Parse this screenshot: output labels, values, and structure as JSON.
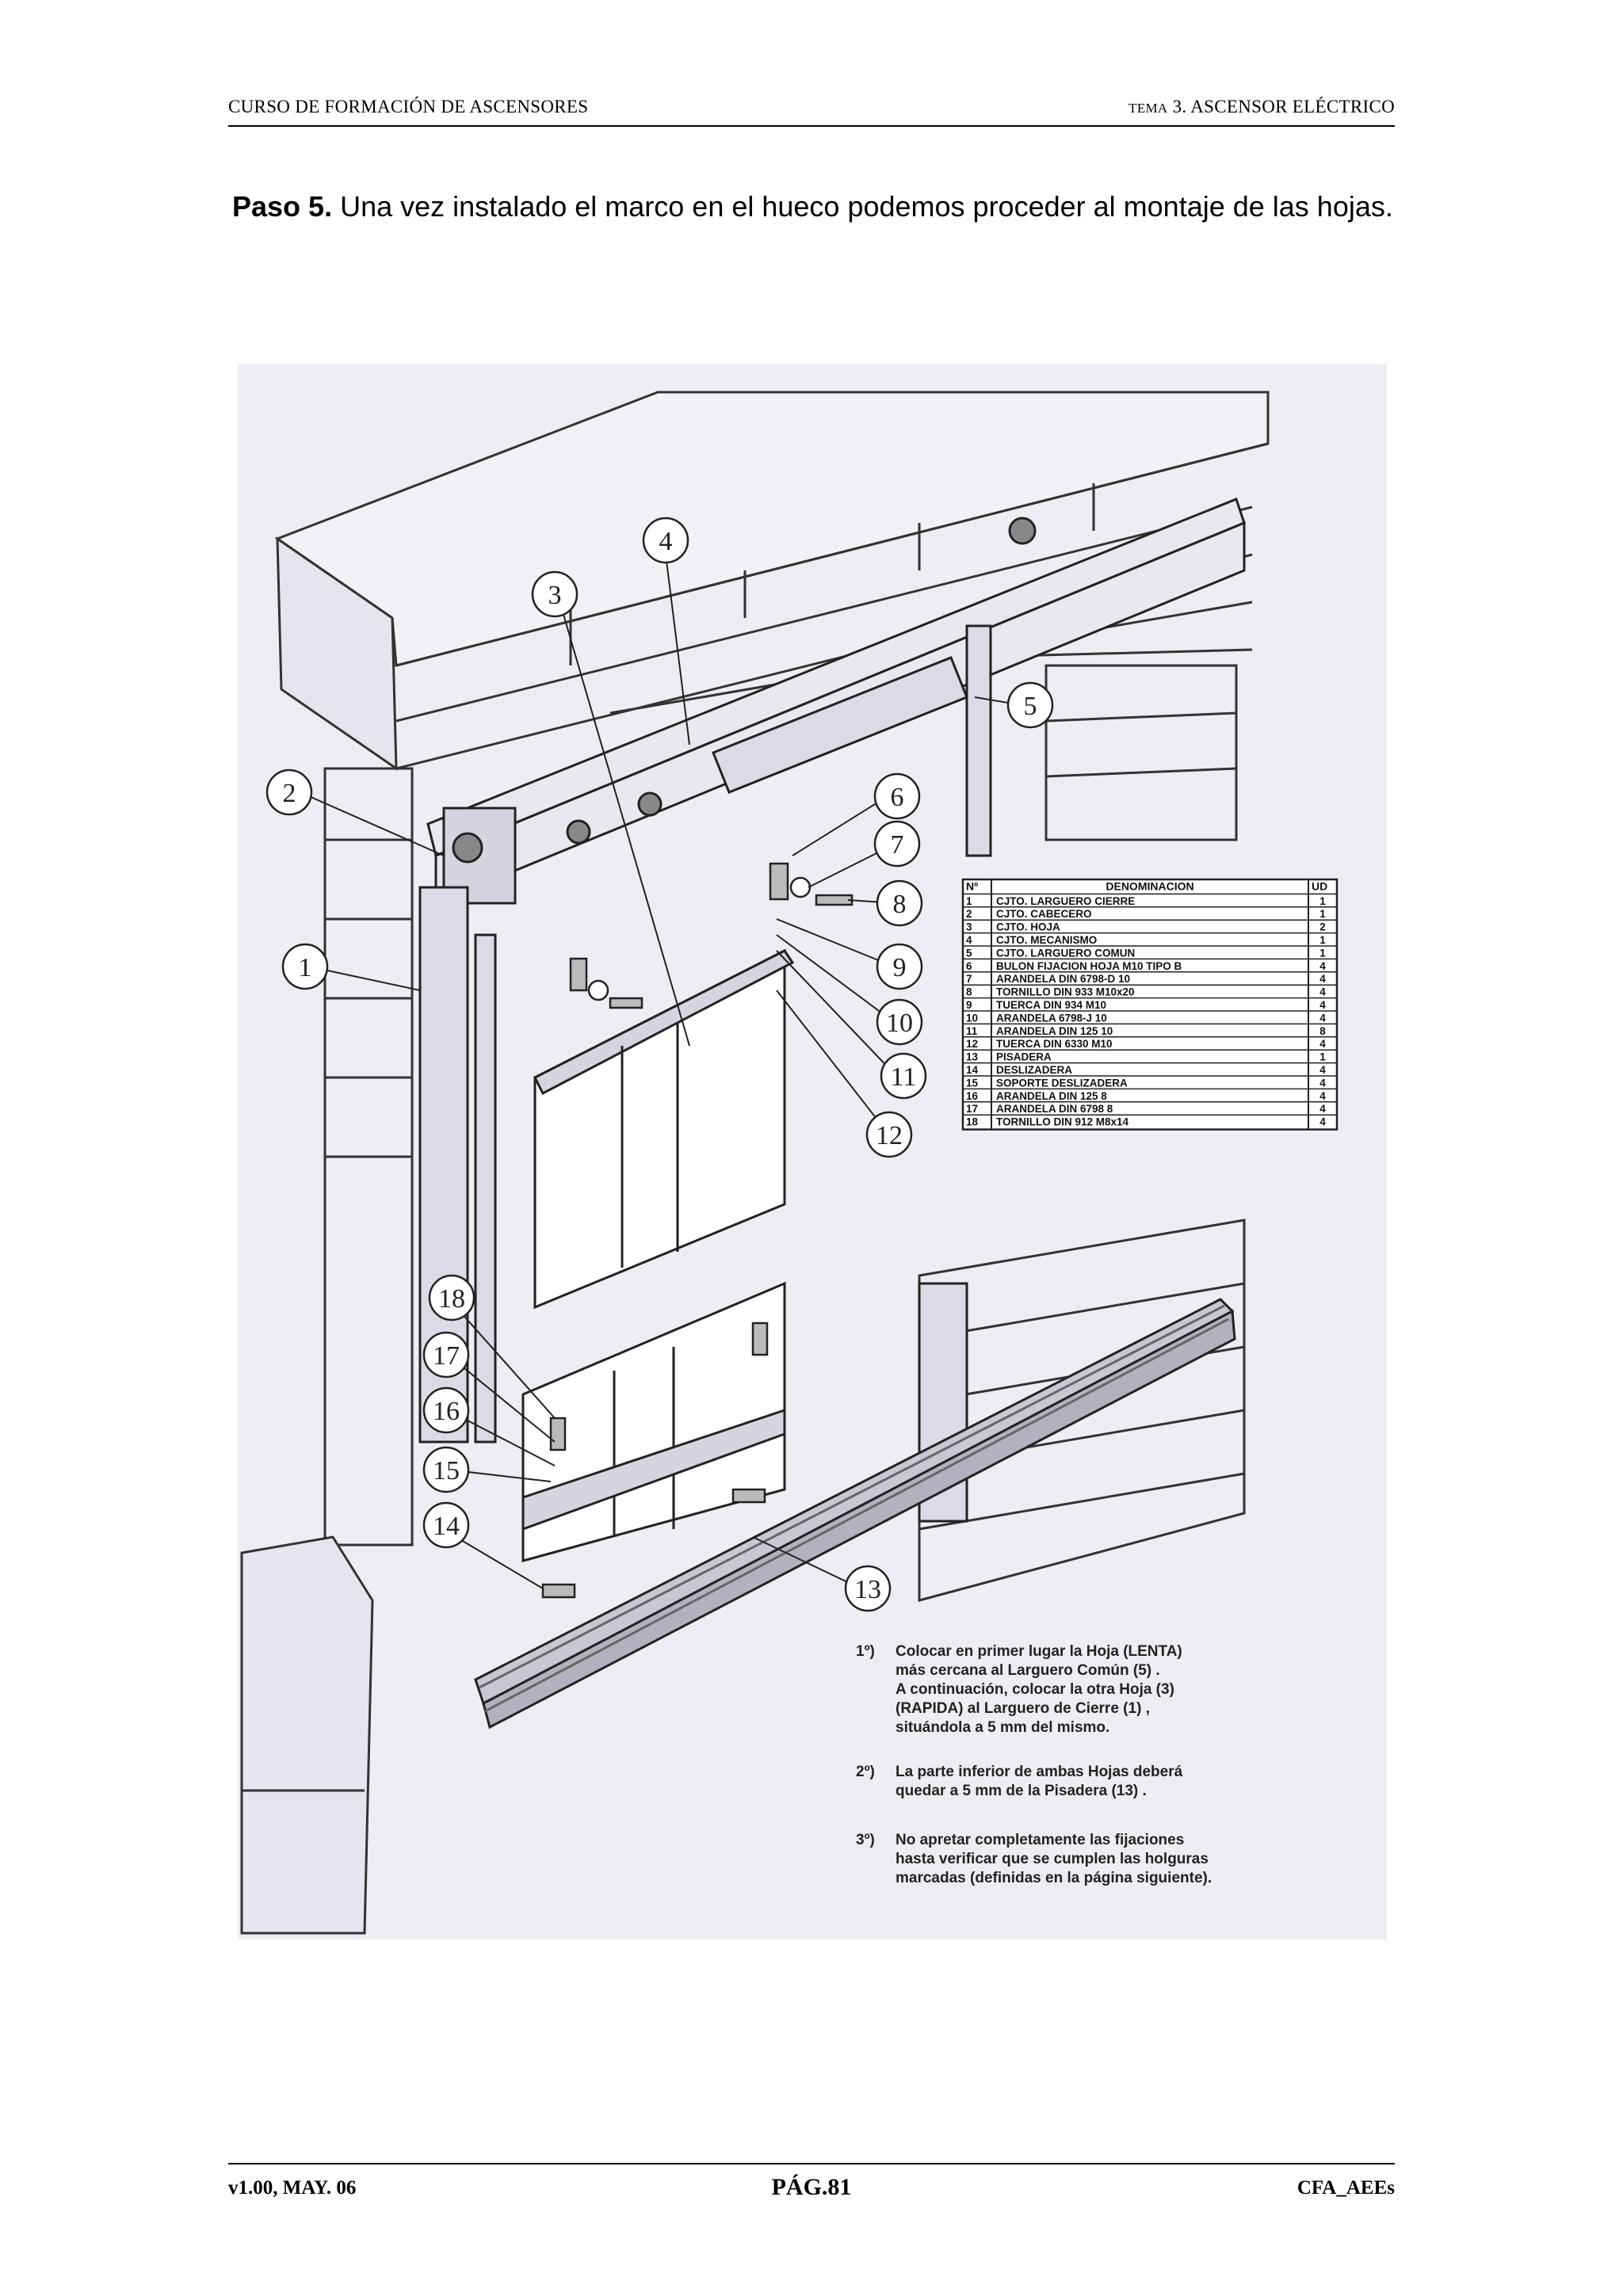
{
  "header": {
    "left": "CURSO DE FORMACIÓN DE ASCENSORES",
    "right_prefix": "TEMA",
    "right": "3. ASCENSOR ELÉCTRICO"
  },
  "intro": {
    "bold": "Paso 5.",
    "text": " Una vez instalado el marco en el hueco podemos proceder al montaje de las hojas."
  },
  "figure": {
    "callouts": [
      "1",
      "2",
      "3",
      "4",
      "5",
      "6",
      "7",
      "8",
      "9",
      "10",
      "11",
      "12",
      "13",
      "14",
      "15",
      "16",
      "17",
      "18"
    ],
    "table": {
      "headers": [
        "Nº",
        "DENOMINACION",
        "UD"
      ],
      "rows": [
        [
          "1",
          "CJTO. LARGUERO CIERRE",
          "1"
        ],
        [
          "2",
          "CJTO. CABECERO",
          "1"
        ],
        [
          "3",
          "CJTO. HOJA",
          "2"
        ],
        [
          "4",
          "CJTO. MECANISMO",
          "1"
        ],
        [
          "5",
          "CJTO. LARGUERO COMUN",
          "1"
        ],
        [
          "6",
          "BULON FIJACION HOJA M10 TIPO B",
          "4"
        ],
        [
          "7",
          "ARANDELA DIN 6798-D 10",
          "4"
        ],
        [
          "8",
          "TORNILLO DIN 933 M10x20",
          "4"
        ],
        [
          "9",
          "TUERCA DIN 934 M10",
          "4"
        ],
        [
          "10",
          "ARANDELA 6798-J 10",
          "4"
        ],
        [
          "11",
          "ARANDELA DIN 125 10",
          "8"
        ],
        [
          "12",
          "TUERCA DIN 6330 M10",
          "4"
        ],
        [
          "13",
          "PISADERA",
          "1"
        ],
        [
          "14",
          "DESLIZADERA",
          "4"
        ],
        [
          "15",
          "SOPORTE DESLIZADERA",
          "4"
        ],
        [
          "16",
          "ARANDELA DIN 125 8",
          "4"
        ],
        [
          "17",
          "ARANDELA DIN 6798 8",
          "4"
        ],
        [
          "18",
          "TORNILLO DIN 912 M8x14",
          "4"
        ]
      ]
    },
    "notes": [
      {
        "num": "1º)",
        "lines": [
          "Colocar en primer lugar la Hoja (LENTA)",
          "más cercana al Larguero Común (5) .",
          "A continuación, colocar la otra Hoja (3)",
          "(RAPIDA) al Larguero de Cierre (1) ,",
          "situándola a 5 mm del mismo."
        ]
      },
      {
        "num": "2º)",
        "lines": [
          "La parte inferior de ambas Hojas deberá",
          "quedar a 5 mm de la Pisadera (13) ."
        ]
      },
      {
        "num": "3º)",
        "lines": [
          "No apretar completamente las fijaciones",
          "hasta verificar que se cumplen las holguras",
          "marcadas (definidas en la página siguiente)."
        ]
      }
    ]
  },
  "footer": {
    "left": "v1.00, MAY. 06",
    "center": "PÁG.81",
    "right": "CFA_AEEs"
  }
}
